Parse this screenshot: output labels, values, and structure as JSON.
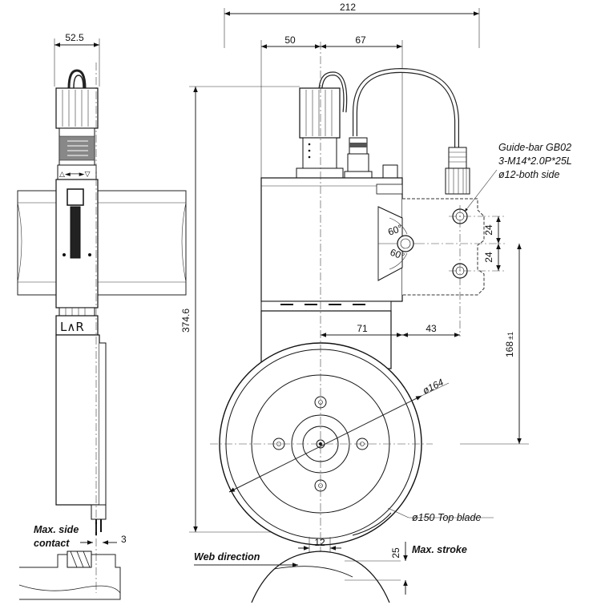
{
  "dimensions": {
    "overall_width": "212",
    "side_width": "52.5",
    "left_offset": "50",
    "right_offset": "67",
    "height": "374.6",
    "horizontal_71": "71",
    "horizontal_43": "43",
    "vertical_24_a": "24",
    "vertical_24_b": "24",
    "guide_height": "168",
    "guide_height_tol": "±1",
    "angle_a": "60°",
    "angle_b": "60°",
    "wheel_dia": "ø164",
    "top_blade": "ø150 Top blade",
    "side_contact_gap": "3",
    "blade_offset": "12",
    "stroke_value": "25"
  },
  "notes": {
    "guide_line1": "Guide-bar GB02",
    "guide_line2": "3-M14*2.0P*25L",
    "guide_line3": "ø12-both side",
    "max_side_line1": "Max. side",
    "max_side_line2": "contact",
    "web_direction": "Web direction",
    "max_stroke": "Max. stroke",
    "lr_label": "L∧R"
  }
}
